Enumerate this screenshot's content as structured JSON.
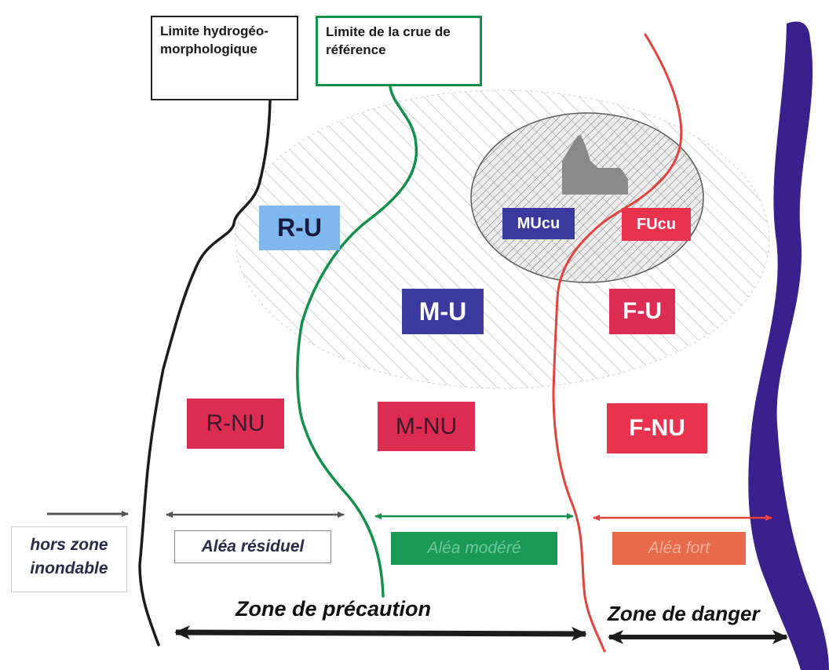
{
  "colors": {
    "black_line": "#1c1c1c",
    "green_line": "#14904b",
    "red_line": "#e3433c",
    "river": "#3b1f8c",
    "urban_zone_hatch": "#b8b8b8",
    "built_area": "#8a8a8a",
    "residual_urban": "#7fb8ee",
    "moderate_urban": "#3a3a9e",
    "crimson": "#dc2c52",
    "fort_red": "#e8324e",
    "alea_modere_bg": "#1a9a54",
    "alea_fort_bg": "#e86a4c"
  },
  "limits": {
    "hydro": "Limite hydrogéo-morphologique",
    "crue": "Limite de la crue de référence"
  },
  "zones": {
    "ru": "R-U",
    "mu": "M-U",
    "fu": "F-U",
    "rnu": "R-NU",
    "mnu": "M-NU",
    "fnu": "F-NU",
    "mucu": "MUcu",
    "fucu": "FUcu"
  },
  "hazard": {
    "hors_zone": "hors zone inondable",
    "residuel": "Aléa résiduel",
    "modere": "Aléa modéré",
    "fort": "Aléa fort"
  },
  "bottom": {
    "precaution": "Zone de précaution",
    "danger": "Zone de danger"
  }
}
